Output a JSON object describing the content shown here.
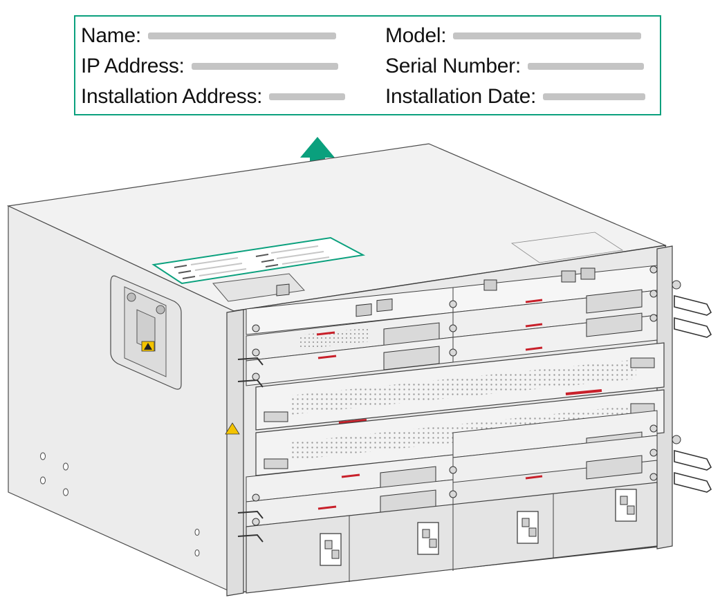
{
  "callout": {
    "name_label": "Name:",
    "model_label": "Model:",
    "ip_label": "IP Address:",
    "serial_label": "Serial Number:",
    "install_address_label": "Installation Address:",
    "install_date_label": "Installation Date:"
  },
  "icons": {
    "arrow": "up-arrow-icon",
    "warning": "warning-icon"
  },
  "colors": {
    "accent": "#0aa07d",
    "handle_red": "#c8202a",
    "line": "#404040"
  }
}
